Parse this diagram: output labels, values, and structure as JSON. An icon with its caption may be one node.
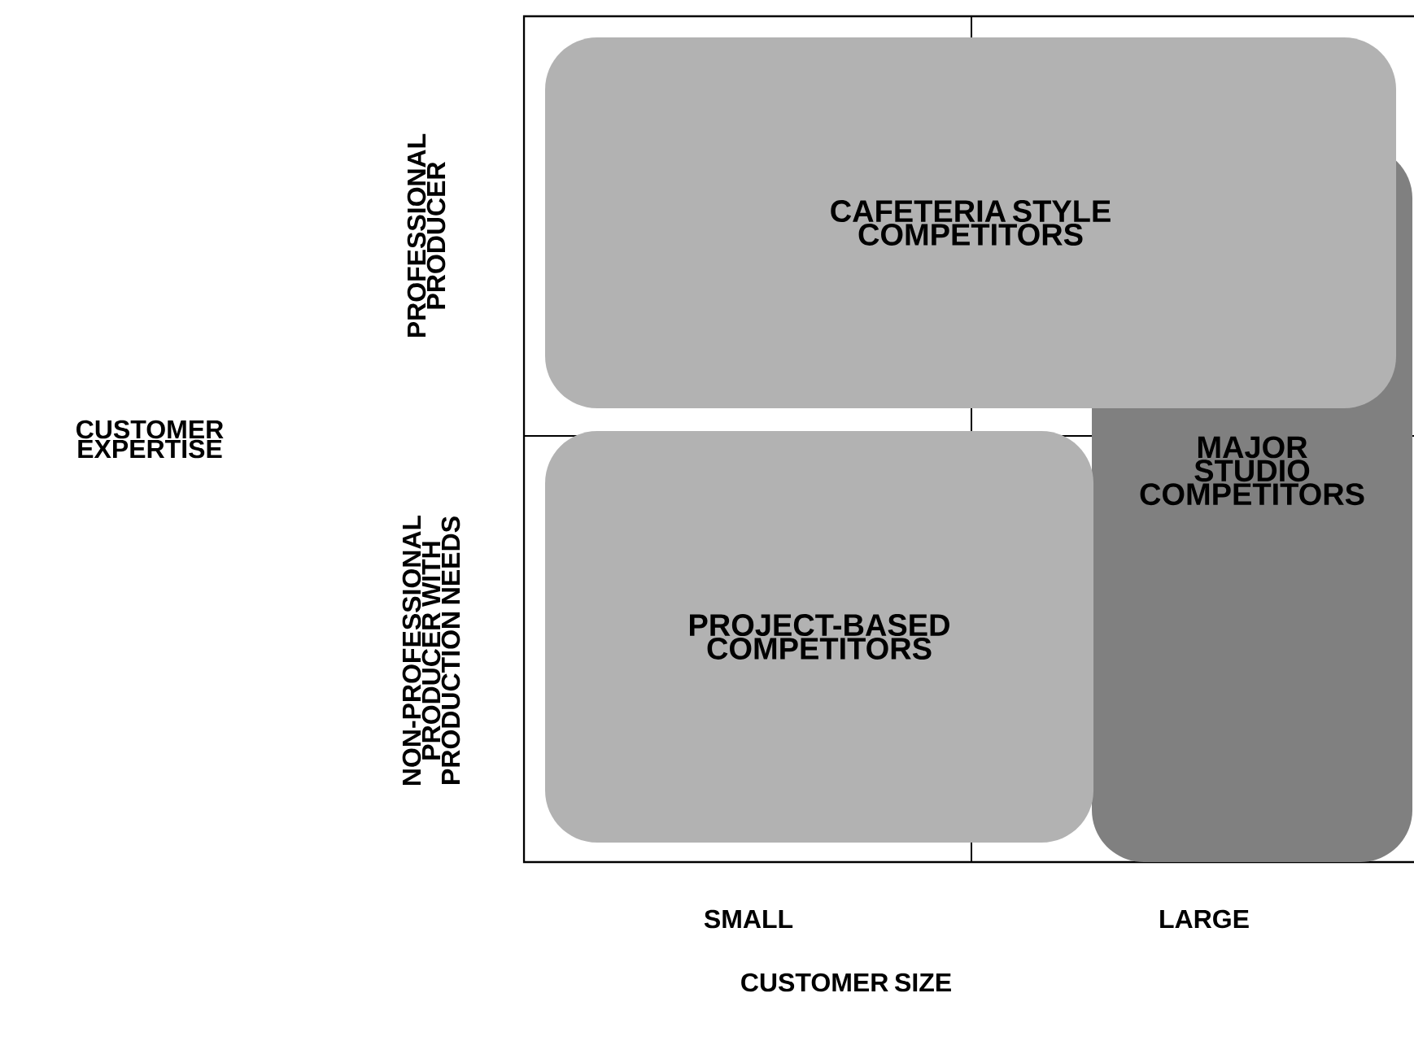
{
  "diagram": {
    "nodes": [
      {
        "text": [
          "MAJOR STUDIO COMPETITORS"
        ]
      },
      {
        "text": [
          "CAFETERIA STYLE COMPETITORS"
        ]
      },
      {
        "text": [
          "PROJECT-BASED COMPETITORS"
        ]
      }
    ],
    "labels": [
      "PROFESSIONAL PRODUCER",
      "CUSTOMER EXPERTISE",
      "NON-PROFESSIONAL PRODUCER WITH PRODUCTION NEEDS",
      "SMALL",
      "LARGE",
      "CUSTOMER SIZE"
    ]
  }
}
